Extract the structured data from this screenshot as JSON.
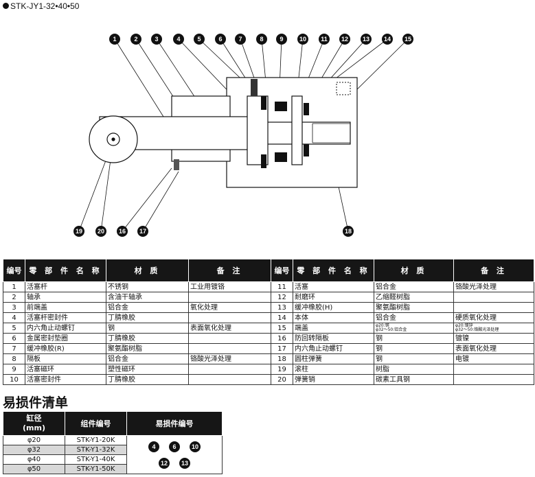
{
  "title": "STK-JY1-32•40•50",
  "callouts_top": [
    "1",
    "2",
    "3",
    "4",
    "5",
    "6",
    "7",
    "8",
    "9",
    "10",
    "11",
    "12",
    "13",
    "14",
    "15"
  ],
  "callouts_bottom": [
    "19",
    "20",
    "16",
    "17",
    "18"
  ],
  "parts_table": {
    "headers": [
      "编号",
      "零 部 件 名 称",
      "材 质",
      "备 注",
      "编号",
      "零 部 件 名 称",
      "材 质",
      "备 注"
    ],
    "rows": [
      {
        "no1": "1",
        "name1": "活塞杆",
        "mat1": "不锈钢",
        "note1": "工业用镀铬",
        "no2": "11",
        "name2": "活塞",
        "mat2": "铝合金",
        "note2": "铬酸光泽处理"
      },
      {
        "no1": "2",
        "name1": "轴承",
        "mat1": "含油干轴承",
        "note1": "",
        "no2": "12",
        "name2": "耐磨环",
        "mat2": "乙缩醛树脂",
        "note2": ""
      },
      {
        "no1": "3",
        "name1": "前端盖",
        "mat1": "铝合金",
        "note1": "氧化处理",
        "no2": "13",
        "name2": "缓冲橡胶(H)",
        "mat2": "聚氨酯树脂",
        "note2": ""
      },
      {
        "no1": "4",
        "name1": "活塞杆密封件",
        "mat1": "丁腈橡胶",
        "note1": "",
        "no2": "14",
        "name2": "本体",
        "mat2": "铝合金",
        "note2": "硬质氧化处理"
      },
      {
        "no1": "5",
        "name1": "内六角止动螺钉",
        "mat1": "钢",
        "note1": "表面氧化处理",
        "no2": "15",
        "name2": "端盖",
        "mat2a": "φ20:钢",
        "mat2b": "φ32～50:铝合金",
        "note2a": "φ20:镀锌",
        "note2b": "φ32～50:铬酸光泽处理"
      },
      {
        "no1": "6",
        "name1": "金属密封垫圈",
        "mat1": "丁腈橡胶",
        "note1": "",
        "no2": "16",
        "name2": "防回转隔板",
        "mat2": "钢",
        "note2": "镀镍"
      },
      {
        "no1": "7",
        "name1": "缓冲橡胶(R)",
        "mat1": "聚氨酯树脂",
        "note1": "",
        "no2": "17",
        "name2": "内六角止动螺钉",
        "mat2": "钢",
        "note2": "表面氧化处理"
      },
      {
        "no1": "8",
        "name1": "隔板",
        "mat1": "铝合金",
        "note1": "铬酸光泽处理",
        "no2": "18",
        "name2": "圆柱弹簧",
        "mat2": "钢",
        "note2": "电镀"
      },
      {
        "no1": "9",
        "name1": "活塞磁环",
        "mat1": "塑性磁环",
        "note1": "",
        "no2": "19",
        "name2": "滚柱",
        "mat2": "树脂",
        "note2": ""
      },
      {
        "no1": "10",
        "name1": "活塞密封件",
        "mat1": "丁腈橡胶",
        "note1": "",
        "no2": "20",
        "name2": "弹簧销",
        "mat2": "碳素工具钢",
        "note2": ""
      }
    ]
  },
  "wear_section_title": "易损件清单",
  "wear_table": {
    "headers": [
      "缸径\n(mm)",
      "组件编号",
      "易损件编号"
    ],
    "rows": [
      {
        "bore": "φ20",
        "kit": "STK-Y1-20K"
      },
      {
        "bore": "φ32",
        "kit": "STK-Y1-32K"
      },
      {
        "bore": "φ40",
        "kit": "STK-Y1-40K"
      },
      {
        "bore": "φ50",
        "kit": "STK-Y1-50K"
      }
    ],
    "codes_row1": [
      "4",
      "6",
      "10"
    ],
    "codes_row2": [
      "12",
      "13"
    ]
  }
}
